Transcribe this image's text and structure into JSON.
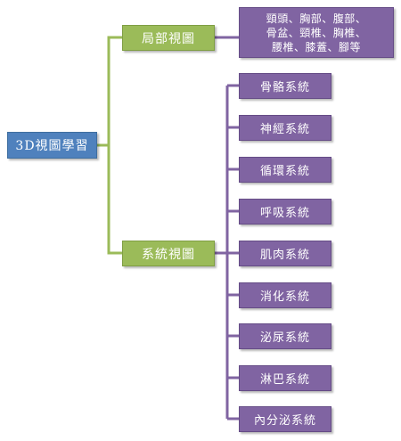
{
  "root": {
    "label": "3D視圖學習"
  },
  "branches": [
    {
      "label": "局部視圖",
      "children": [
        "頸頭、胸部、腹部、",
        "骨盆、頸椎、胸椎、",
        "腰椎、膝蓋、腳等"
      ]
    },
    {
      "label": "系統視圖",
      "children": [
        "骨骼系統",
        "神經系統",
        "循環系統",
        "呼吸系統",
        "肌肉系統",
        "消化系統",
        "泌尿系統",
        "淋巴系統",
        "內分泌系統"
      ]
    }
  ],
  "colors": {
    "root": "#4f81bd",
    "branch": "#9bbb59",
    "leaf": "#8064a2",
    "connector_root": "#9bbb59",
    "connector_leaf": "#8064a2"
  }
}
